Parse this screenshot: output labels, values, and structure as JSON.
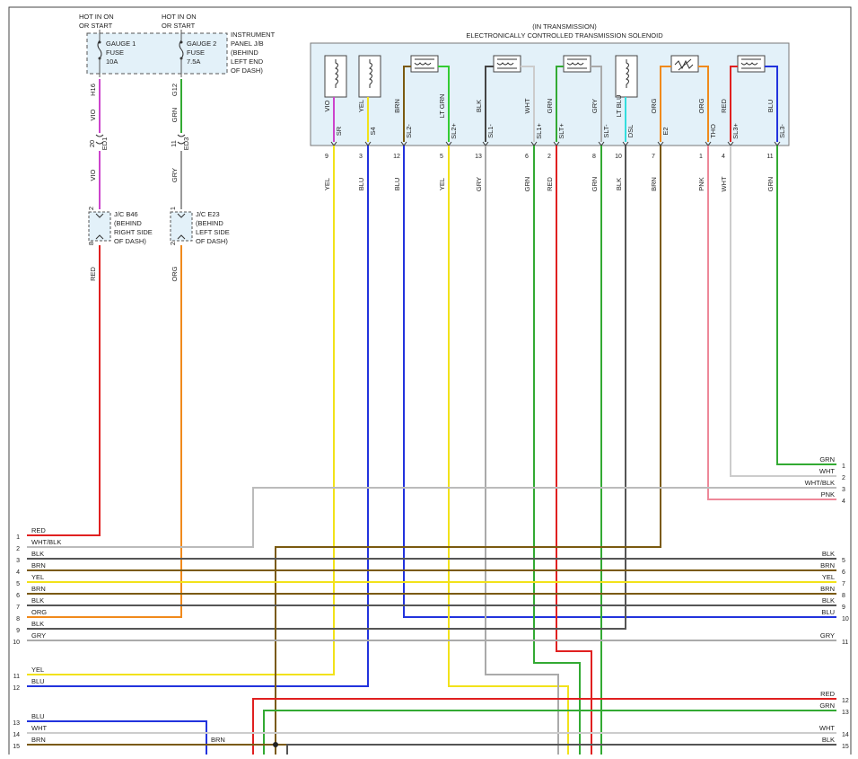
{
  "fuse_box": {
    "fuse1_hot": [
      "HOT IN ON",
      "OR START"
    ],
    "fuse2_hot": [
      "HOT IN ON",
      "OR START"
    ],
    "fuse1_name": "GAUGE 1",
    "fuse1_fuse": "FUSE",
    "fuse1_amp": "10A",
    "fuse2_name": "GAUGE 2",
    "fuse2_fuse": "FUSE",
    "fuse2_amp": "7.5A",
    "panel_label": [
      "INSTRUMENT",
      "PANEL J/B",
      "(BEHIND",
      "LEFT END",
      "OF DASH)"
    ]
  },
  "left_column": [
    {
      "pin_top": "H16",
      "wire_top": "VIO",
      "conn": "ED1",
      "conn_pin": "20",
      "wire_mid": "VIO",
      "jc_pin_in": "2",
      "jc_pin_out": "8",
      "wire_bot": "RED",
      "color_top": "#cc44cc",
      "color_mid": "#cc44cc",
      "color_bot": "#e02020"
    },
    {
      "pin_top": "G12",
      "wire_top": "GRN",
      "conn": "ED3",
      "conn_pin": "11",
      "wire_mid": "GRY",
      "jc_pin_in": "1",
      "jc_pin_out": "2",
      "wire_bot": "ORG",
      "color_top": "#33aa33",
      "color_mid": "#999999",
      "color_bot": "#f08a1c"
    }
  ],
  "junctions": [
    {
      "label": [
        "J/C B46",
        "(BEHIND",
        "RIGHT SIDE",
        "OF DASH)"
      ]
    },
    {
      "label": [
        "J/C E23",
        "(BEHIND",
        "LEFT SIDE",
        "OF DASH)"
      ]
    }
  ],
  "solenoid": {
    "title_line1": "(IN TRANSMISSION)",
    "title_line2": "ELECTRONICALLY CONTROLLED TRANSMISSION SOLENOID",
    "terminals": [
      {
        "wire_in": "VIO",
        "term": "SR",
        "pin": "9",
        "wire_out": "YEL",
        "color": "#cc44cc",
        "out_color": "#f2e21a"
      },
      {
        "wire_in": "YEL",
        "term": "S4",
        "pin": "3",
        "wire_out": "BLU",
        "color": "#f2e21a",
        "out_color": "#2233dd"
      },
      {
        "wire_in": "BRN",
        "term": "SL2-",
        "pin": "12",
        "wire_out": "BLU",
        "color": "#7a5a10",
        "out_color": "#2233dd"
      },
      {
        "wire_in": "LT GRN",
        "term": "SL2+",
        "pin": "5",
        "wire_out": "YEL",
        "color": "#33cc33",
        "out_color": "#f2e21a"
      },
      {
        "wire_in": "BLK",
        "term": "SL1-",
        "pin": "13",
        "wire_out": "GRY",
        "color": "#444444",
        "out_color": "#aaaaaa"
      },
      {
        "wire_in": "WHT",
        "term": "SL1+",
        "pin": "6",
        "wire_out": "GRN",
        "color": "#cccccc",
        "out_color": "#33aa33"
      },
      {
        "wire_in": "GRN",
        "term": "SLT+",
        "pin": "2",
        "wire_out": "RED",
        "color": "#33aa33",
        "out_color": "#e02020"
      },
      {
        "wire_in": "GRY",
        "term": "SLT-",
        "pin": "8",
        "wire_out": "GRN",
        "color": "#aaaaaa",
        "out_color": "#33aa33"
      },
      {
        "wire_in": "LT BLU",
        "term": "DSL",
        "pin": "10",
        "wire_out": "BLK",
        "color": "#33dddd",
        "out_color": "#555555"
      },
      {
        "wire_in": "ORG",
        "term": "E2",
        "pin": "7",
        "wire_out": "BRN",
        "color": "#f08a1c",
        "out_color": "#7a5a10"
      },
      {
        "wire_in": "ORG",
        "term": "THO",
        "pin": "1",
        "wire_out": "PNK",
        "color": "#f08a1c",
        "out_color": "#ee8899"
      },
      {
        "wire_in": "RED",
        "term": "SL3+",
        "pin": "4",
        "wire_out": "WHT",
        "color": "#e02020",
        "out_color": "#cccccc"
      },
      {
        "wire_in": "BLU",
        "term": "SL3-",
        "pin": "11",
        "wire_out": "GRN",
        "color": "#2233dd",
        "out_color": "#33aa33"
      }
    ]
  },
  "left_connector": [
    {
      "pin": "1",
      "label": "RED",
      "color": "#e02020"
    },
    {
      "pin": "2",
      "label": "WHT/BLK",
      "color": "#bbbbbb"
    },
    {
      "pin": "3",
      "label": "BLK",
      "color": "#555555"
    },
    {
      "pin": "4",
      "label": "BRN",
      "color": "#7a5a10"
    },
    {
      "pin": "5",
      "label": "YEL",
      "color": "#f2e21a"
    },
    {
      "pin": "6",
      "label": "BRN",
      "color": "#7a5a10"
    },
    {
      "pin": "7",
      "label": "BLK",
      "color": "#555555"
    },
    {
      "pin": "8",
      "label": "ORG",
      "color": "#f08a1c"
    },
    {
      "pin": "9",
      "label": "BLK",
      "color": "#555555"
    },
    {
      "pin": "10",
      "label": "GRY",
      "color": "#aaaaaa"
    },
    {
      "pin": "11",
      "label": "YEL",
      "color": "#f2e21a"
    },
    {
      "pin": "12",
      "label": "BLU",
      "color": "#2233dd"
    },
    {
      "pin": "13",
      "label": "BLU",
      "color": "#2233dd"
    },
    {
      "pin": "14",
      "label": "WHT",
      "color": "#cccccc"
    },
    {
      "pin": "15",
      "label": "BRN",
      "color": "#7a5a10"
    }
  ],
  "right_connector": [
    {
      "pin": "1",
      "label": "GRN",
      "color": "#33aa33"
    },
    {
      "pin": "2",
      "label": "WHT",
      "color": "#cccccc"
    },
    {
      "pin": "3",
      "label": "WHT/BLK",
      "color": "#bbbbbb"
    },
    {
      "pin": "4",
      "label": "PNK",
      "color": "#ee8899"
    },
    {
      "pin": "5",
      "label": "BLK",
      "color": "#555555"
    },
    {
      "pin": "6",
      "label": "BRN",
      "color": "#7a5a10"
    },
    {
      "pin": "7",
      "label": "YEL",
      "color": "#f2e21a"
    },
    {
      "pin": "8",
      "label": "BRN",
      "color": "#7a5a10"
    },
    {
      "pin": "9",
      "label": "BLK",
      "color": "#555555"
    },
    {
      "pin": "10",
      "label": "BLU",
      "color": "#2233dd"
    },
    {
      "pin": "11",
      "label": "GRY",
      "color": "#aaaaaa"
    },
    {
      "pin": "12",
      "label": "RED",
      "color": "#e02020"
    },
    {
      "pin": "13",
      "label": "GRN",
      "color": "#33aa33"
    },
    {
      "pin": "14",
      "label": "WHT",
      "color": "#cccccc"
    },
    {
      "pin": "15",
      "label": "BLK",
      "color": "#555555"
    }
  ],
  "misc_labels": {
    "brn_splice": "BRN"
  }
}
